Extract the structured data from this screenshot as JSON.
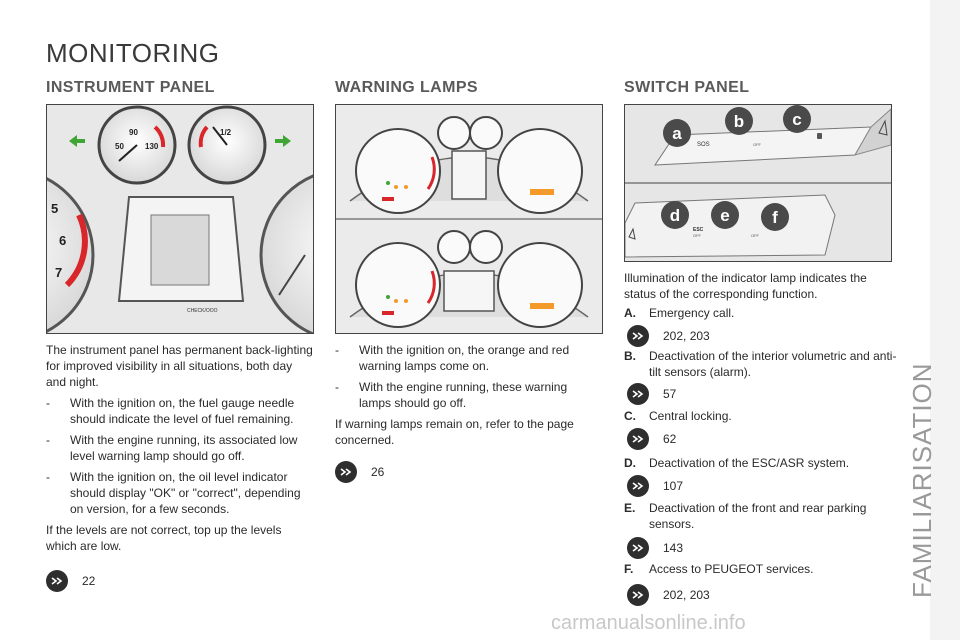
{
  "page": {
    "title": "MONITORING",
    "side_tab": "FAMILIARISATION",
    "watermark": "carmanualsonline.info"
  },
  "instrument_panel": {
    "heading": "INSTRUMENT PANEL",
    "gauge_labels": {
      "speed_90": "90",
      "speed_130": "130",
      "speed_50": "50",
      "fuel_half": "1/2",
      "tacho_5": "5",
      "tacho_6": "6",
      "tacho_7": "7",
      "check": "CHECK/OOO"
    },
    "intro": "The instrument panel has permanent back-lighting for improved visibility in all situations, both day and night.",
    "bullets": [
      "With the ignition on, the fuel gauge needle should indicate the level of fuel remaining.",
      "With the engine running, its associated low level warning lamp should go off.",
      "With the ignition on, the oil level indicator should display \"OK\" or \"correct\", depending on version, for a few seconds."
    ],
    "outro": "If the levels are not correct, top up the levels which are low.",
    "ref_page": "22"
  },
  "warning_lamps": {
    "heading": "WARNING LAMPS",
    "bullets": [
      "With the ignition on, the orange and red warning lamps come on.",
      "With the engine running, these warning lamps should go off."
    ],
    "outro": "If warning lamps remain on, refer to the page concerned.",
    "ref_page": "26"
  },
  "switch_panel": {
    "heading": "SWITCH PANEL",
    "callouts": [
      "a",
      "b",
      "c",
      "d",
      "e",
      "f"
    ],
    "button_labels": {
      "sos": "SOS",
      "off": "OFF",
      "esc": "ESC"
    },
    "intro": "Illumination of the indicator lamp indicates the status of the corresponding function.",
    "items": [
      {
        "letter": "A.",
        "text": "Emergency call.",
        "ref": "202, 203"
      },
      {
        "letter": "B.",
        "text": "Deactivation of the interior volumetric and anti-tilt sensors (alarm).",
        "ref": "57"
      },
      {
        "letter": "C.",
        "text": "Central locking.",
        "ref": "62"
      },
      {
        "letter": "D.",
        "text": "Deactivation of the ESC/ASR system.",
        "ref": "107"
      },
      {
        "letter": "E.",
        "text": "Deactivation of the front and rear parking sensors.",
        "ref": "143"
      },
      {
        "letter": "F.",
        "text": "Access to PEUGEOT services.",
        "ref": "202, 203"
      }
    ]
  },
  "colors": {
    "accent_red": "#d8262b",
    "accent_green": "#3fa535",
    "dark_icon": "#2e2e2e",
    "gauge_orange": "#f39a2b"
  }
}
